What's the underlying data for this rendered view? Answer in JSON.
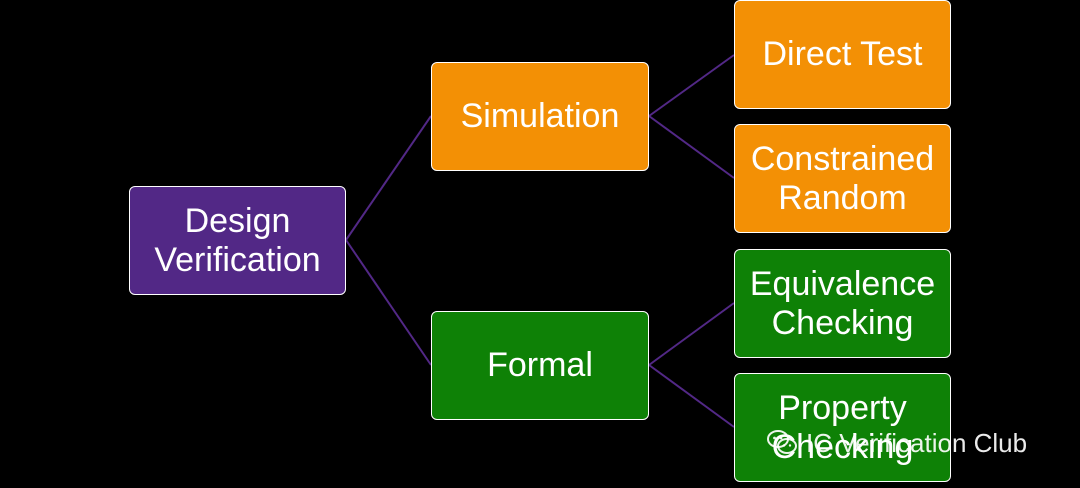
{
  "diagram": {
    "root": {
      "label": "Design\nVerification",
      "color": "#522886"
    },
    "branches": [
      {
        "label": "Simulation",
        "color": "#F39005",
        "children": [
          "Direct Test",
          "Constrained\nRandom"
        ]
      },
      {
        "label": "Formal",
        "color": "#0E8106",
        "children": [
          "Equivalence\nChecking",
          "Property\nChecking"
        ]
      }
    ],
    "connector_color": "#522886"
  },
  "watermark": {
    "icon": "wechat-icon",
    "text": "IC Verification Club"
  }
}
